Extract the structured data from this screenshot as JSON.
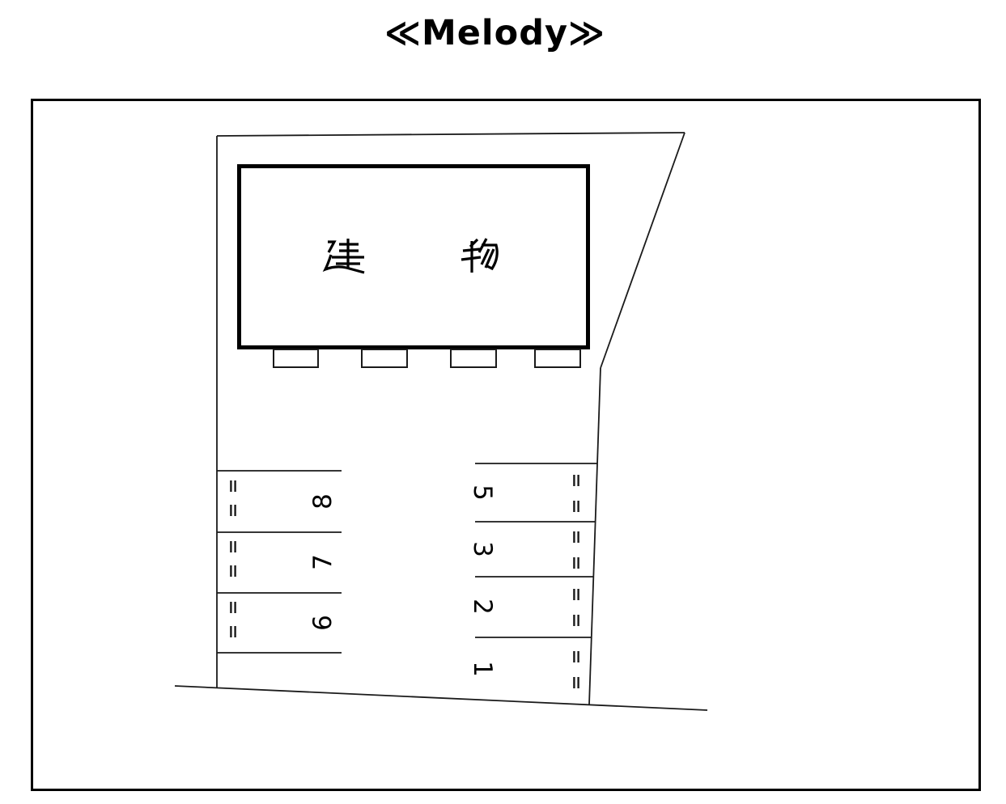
{
  "title": "≪Melody≫",
  "building": {
    "label": "建物",
    "label_left": "建",
    "label_right": "物"
  },
  "parking": {
    "left_column": {
      "stalls": [
        {
          "number": "8"
        },
        {
          "number": "7"
        },
        {
          "number": "6"
        }
      ]
    },
    "right_column": {
      "stalls": [
        {
          "number": "5"
        },
        {
          "number": "3"
        },
        {
          "number": "2"
        },
        {
          "number": "1"
        }
      ]
    }
  },
  "symbols": {
    "wheel_stopper_mark": "‖"
  },
  "colors": {
    "background": "#ffffff",
    "line": "#1a1a1a",
    "building_border": "#000000",
    "text": "#000000"
  }
}
